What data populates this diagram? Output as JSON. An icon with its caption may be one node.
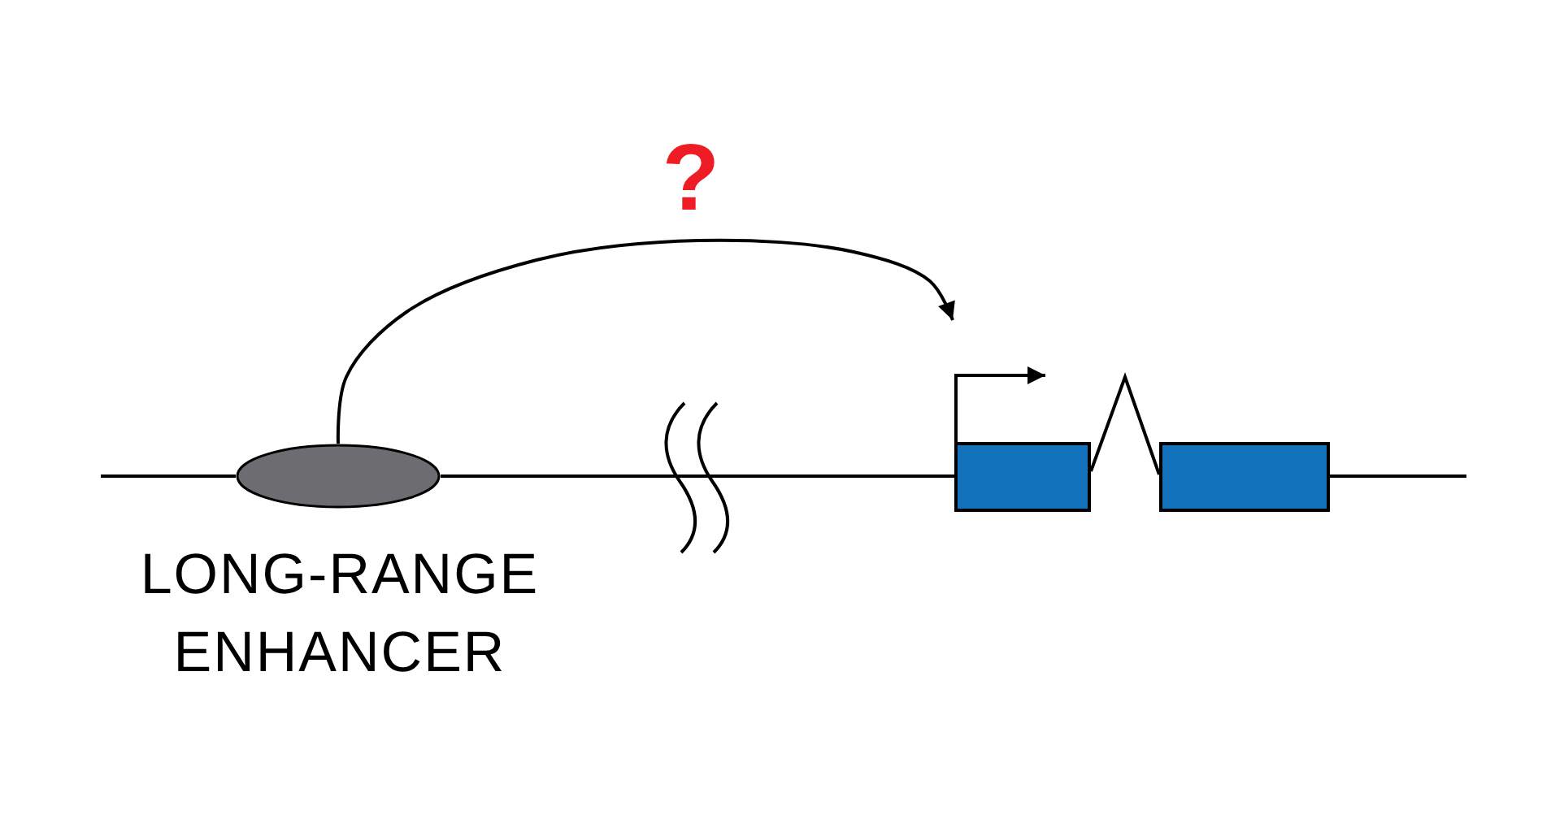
{
  "diagram": {
    "nodes": [
      {
        "text": [],
        "shape": "ellipse",
        "beside": [
          "LONG-RANGE ENHANCER"
        ]
      },
      {
        "text": [],
        "shape": "box"
      },
      {
        "text": [],
        "shape": "box"
      }
    ],
    "edges": [
      {
        "from": 0,
        "to": null,
        "arrow": "to",
        "label": "?"
      },
      {
        "from": null,
        "to": 0,
        "arrow": "none"
      },
      {
        "from": 0,
        "to": 1,
        "arrow": "none"
      },
      {
        "from": 1,
        "to": null,
        "arrow": "to"
      },
      {
        "from": 1,
        "to": 2,
        "arrow": "none"
      },
      {
        "from": 2,
        "to": null,
        "arrow": "none"
      }
    ]
  }
}
